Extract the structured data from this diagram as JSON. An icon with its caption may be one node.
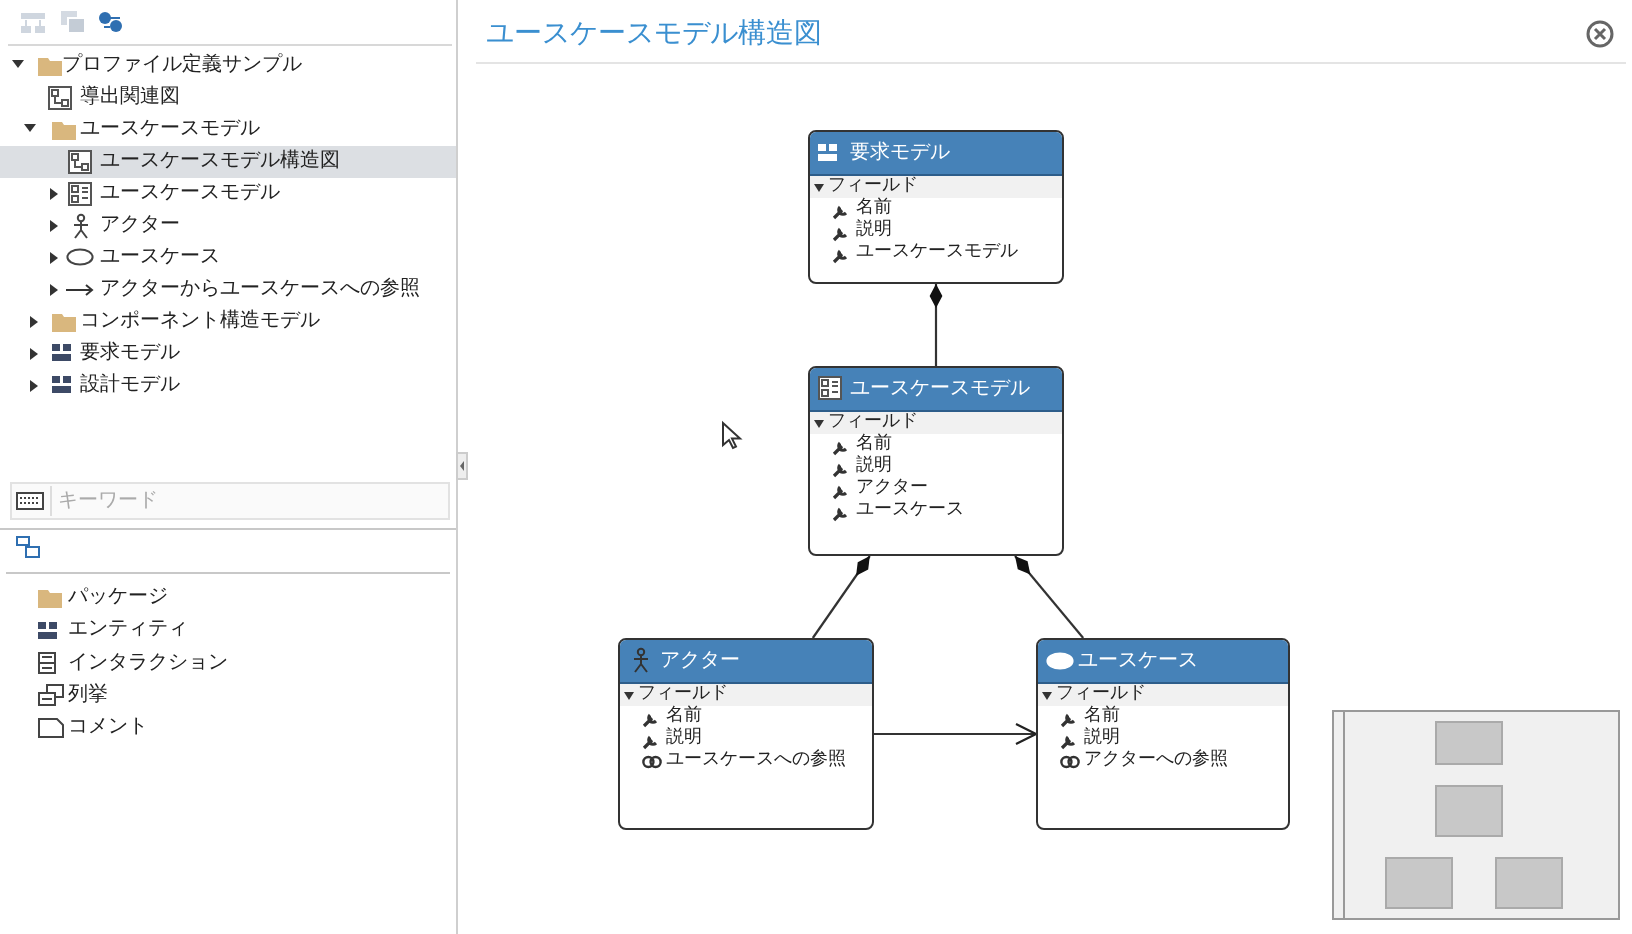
{
  "diagram": {
    "title": "ユースケースモデル構造図",
    "nodes": [
      {
        "text": [
          "要求モデル",
          "フィールド",
          "名前",
          "説明",
          "ユースケースモデル"
        ]
      },
      {
        "text": [
          "ユースケースモデル",
          "フィールド",
          "名前",
          "説明",
          "アクター",
          "ユースケース"
        ]
      },
      {
        "text": [
          "アクター",
          "フィールド",
          "名前",
          "説明",
          "ユースケースへの参照"
        ]
      },
      {
        "text": [
          "ユースケース",
          "フィールド",
          "名前",
          "説明",
          "アクターへの参照"
        ]
      }
    ],
    "edges": [
      {
        "from": 0,
        "to": 1,
        "arrow": "other"
      },
      {
        "from": 1,
        "to": 2,
        "arrow": "other"
      },
      {
        "from": 1,
        "to": 3,
        "arrow": "other"
      },
      {
        "from": 2,
        "to": 3,
        "arrow": "to"
      }
    ],
    "labels": [
      "プロファイル定義サンプル",
      "導出関連図",
      "ユースケースモデル",
      "ユースケースモデル構造図",
      "ユースケースモデル",
      "アクター",
      "ユースケース",
      "アクターからユースケースへの参照",
      "コンポーネント構造モデル",
      "要求モデル",
      "設計モデル",
      "キーワード",
      "パッケージ",
      "エンティティ",
      "インタラクション",
      "列挙",
      "コメント"
    ]
  }
}
